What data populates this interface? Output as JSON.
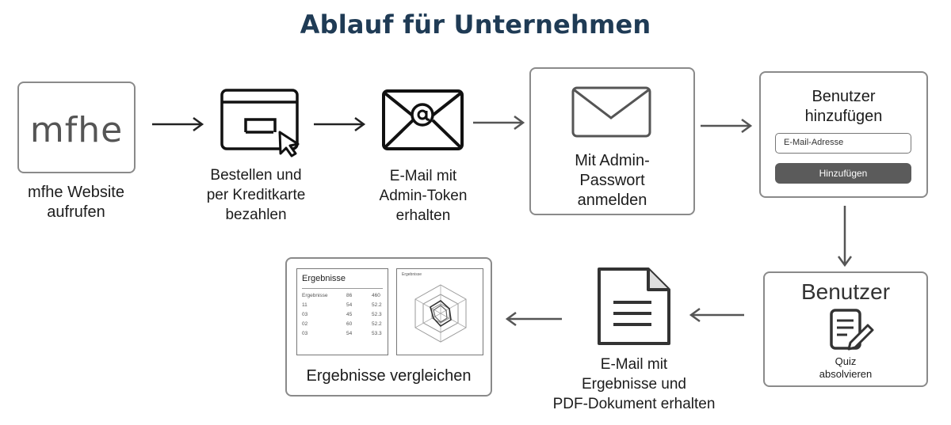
{
  "title": "Ablauf für Unternehmen",
  "steps": {
    "website": {
      "logo": "mfhe",
      "label_line1": "mfhe Website",
      "label_line2": "aufrufen"
    },
    "order": {
      "label_line1": "Bestellen und",
      "label_line2": "per Kreditkarte",
      "label_line3": "bezahlen"
    },
    "token_email": {
      "label_line1": "E-Mail mit",
      "label_line2": "Admin-Token",
      "label_line3": "erhalten"
    },
    "login": {
      "label_line1": "Mit Admin-",
      "label_line2": "Passwort",
      "label_line3": "anmelden"
    },
    "add_users": {
      "title_line1": "Benutzer",
      "title_line2": "hinzufügen",
      "input_placeholder": "E-Mail-Adresse",
      "button_label": "Hinzufügen"
    },
    "quiz": {
      "title": "Benutzer",
      "label_line1": "Quiz",
      "label_line2": "absolvieren"
    },
    "results_email": {
      "label_line1": "E-Mail mit",
      "label_line2": "Ergebnisse und",
      "label_line3": "PDF-Dokument erhalten"
    },
    "compare": {
      "label": "Ergebnisse vergleichen",
      "table_title": "Ergebnisse",
      "table_rows": [
        [
          "Ergebnisse",
          "86",
          "460"
        ],
        [
          "11",
          "54",
          "52.2"
        ],
        [
          "03",
          "45",
          "52.3"
        ],
        [
          "02",
          "60",
          "52.2"
        ],
        [
          "03",
          "54",
          "53.3"
        ]
      ],
      "radar_title": "Ergebnisse"
    }
  },
  "colors": {
    "title": "#1f3b55",
    "border": "#8a8a8a",
    "arrow": "#555555",
    "button": "#5b5b5b"
  },
  "icons": [
    "browser-cursor-icon",
    "email-at-icon",
    "envelope-icon",
    "document-edit-icon",
    "document-icon",
    "radar-chart-icon"
  ]
}
